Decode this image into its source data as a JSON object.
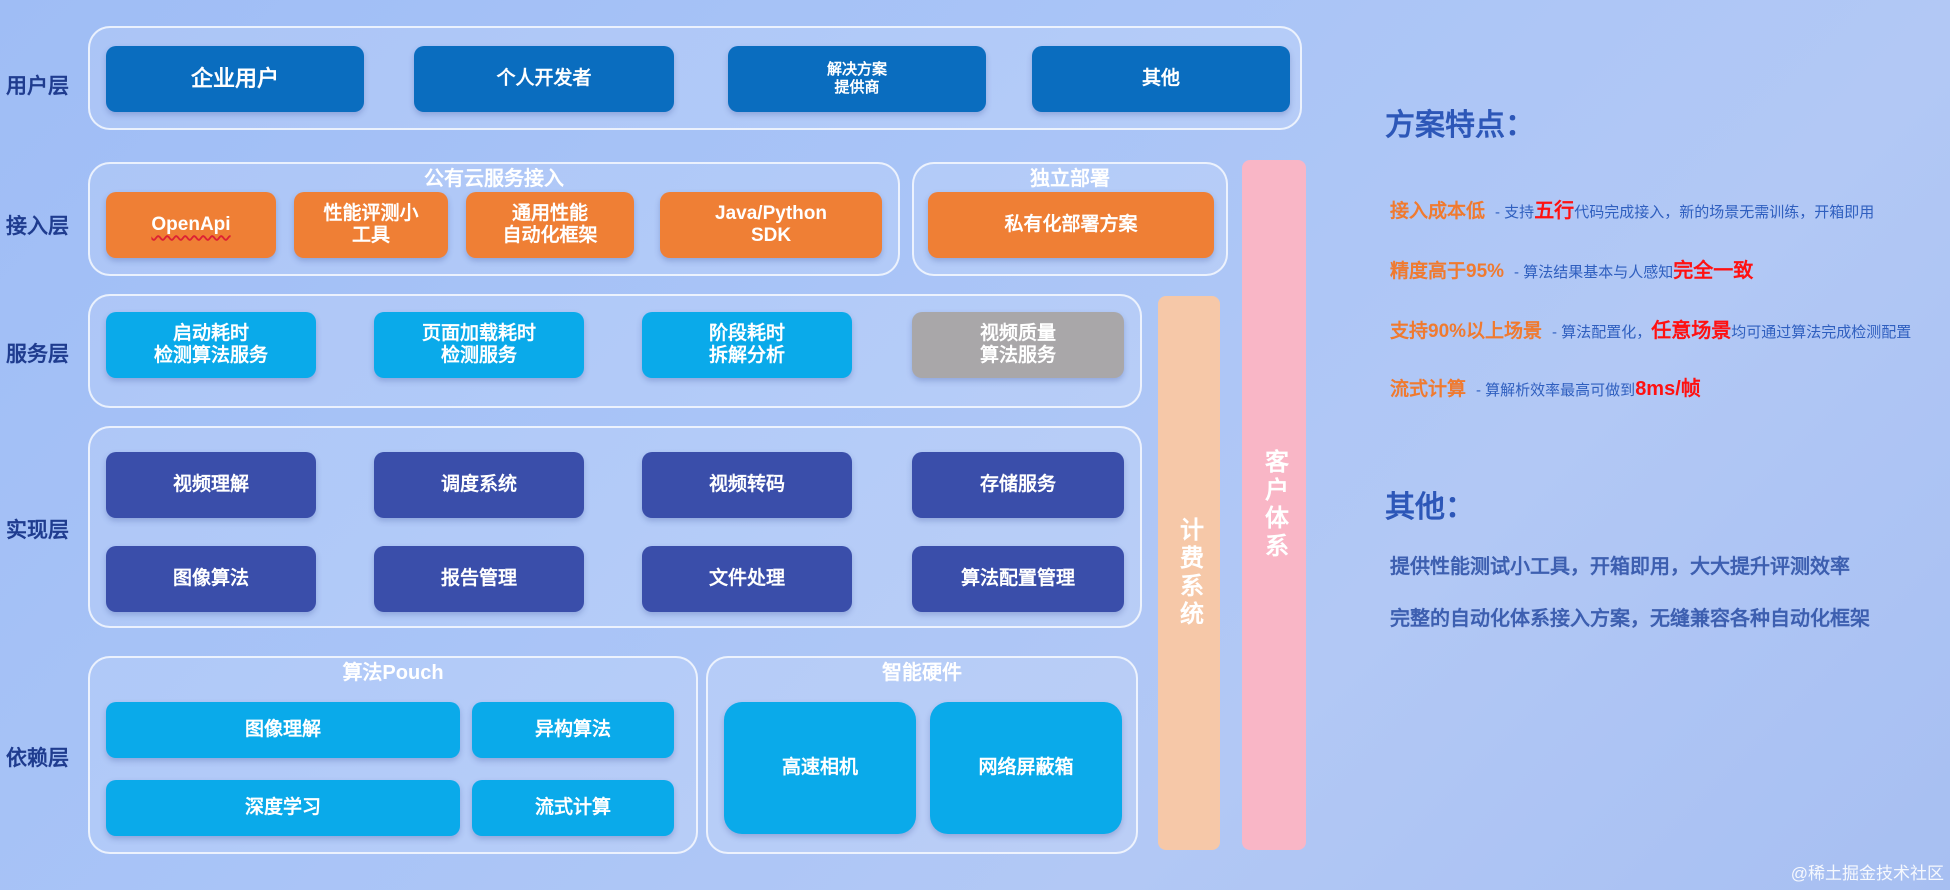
{
  "layers": {
    "user": "用户层",
    "access": "接入层",
    "service": "服务层",
    "impl": "实现层",
    "dep": "依赖层"
  },
  "user_layer": [
    "企业用户",
    "个人开发者",
    "解决方案\n提供商",
    "其他"
  ],
  "access_layer": {
    "public_title": "公有云服务接入",
    "public_items": [
      "OpenApi",
      "性能评测小\n工具",
      "通用性能\n自动化框架",
      "Java/Python\nSDK"
    ],
    "private_title": "独立部署",
    "private_item": "私有化部署方案"
  },
  "service_layer": [
    "启动耗时\n检测算法服务",
    "页面加载耗时\n检测服务",
    "阶段耗时\n拆解分析",
    "视频质量\n算法服务"
  ],
  "impl_layer": [
    "视频理解",
    "调度系统",
    "视频转码",
    "存储服务",
    "图像算法",
    "报告管理",
    "文件处理",
    "算法配置管理"
  ],
  "dep_layer": {
    "algo_title": "算法Pouch",
    "algo_items": [
      "图像理解",
      "异构算法",
      "深度学习",
      "流式计算"
    ],
    "hw_title": "智能硬件",
    "hw_items": [
      "高速相机",
      "网络屏蔽箱"
    ]
  },
  "side_bars": {
    "billing": "计费系统",
    "customer": "客户体系"
  },
  "features": {
    "title": "方案特点：",
    "items": [
      {
        "key": "接入成本低",
        "pre": "- 支持",
        "red": "五行",
        "post": "代码完成接入，新的场景无需训练，开箱即用"
      },
      {
        "key": "精度高于95%",
        "pre": "- 算法结果基本与人感知",
        "red": "完全一致",
        "post": ""
      },
      {
        "key": "支持90%以上场景",
        "pre": "- 算法配置化，",
        "red": "任意场景",
        "post": "均可通过算法完成检测配置"
      },
      {
        "key": "流式计算",
        "pre": "- 算解析效率最高可做到",
        "red": "8ms/帧",
        "post": ""
      }
    ]
  },
  "others": {
    "title": "其他：",
    "items": [
      "提供性能测试小工具，开箱即用，大大提升评测效率",
      "完整的自动化体系接入方案，无缝兼容各种自动化框架"
    ]
  },
  "watermark": "@稀土掘金技术社区",
  "colors": {
    "navy": "#0a6dbf",
    "orange": "#ef7f35",
    "cyan": "#0aaaea",
    "grey": "#a9a7a9",
    "indigo": "#3a4eaa",
    "billing": "#f6c8a8",
    "customer": "#f9b6c6"
  }
}
